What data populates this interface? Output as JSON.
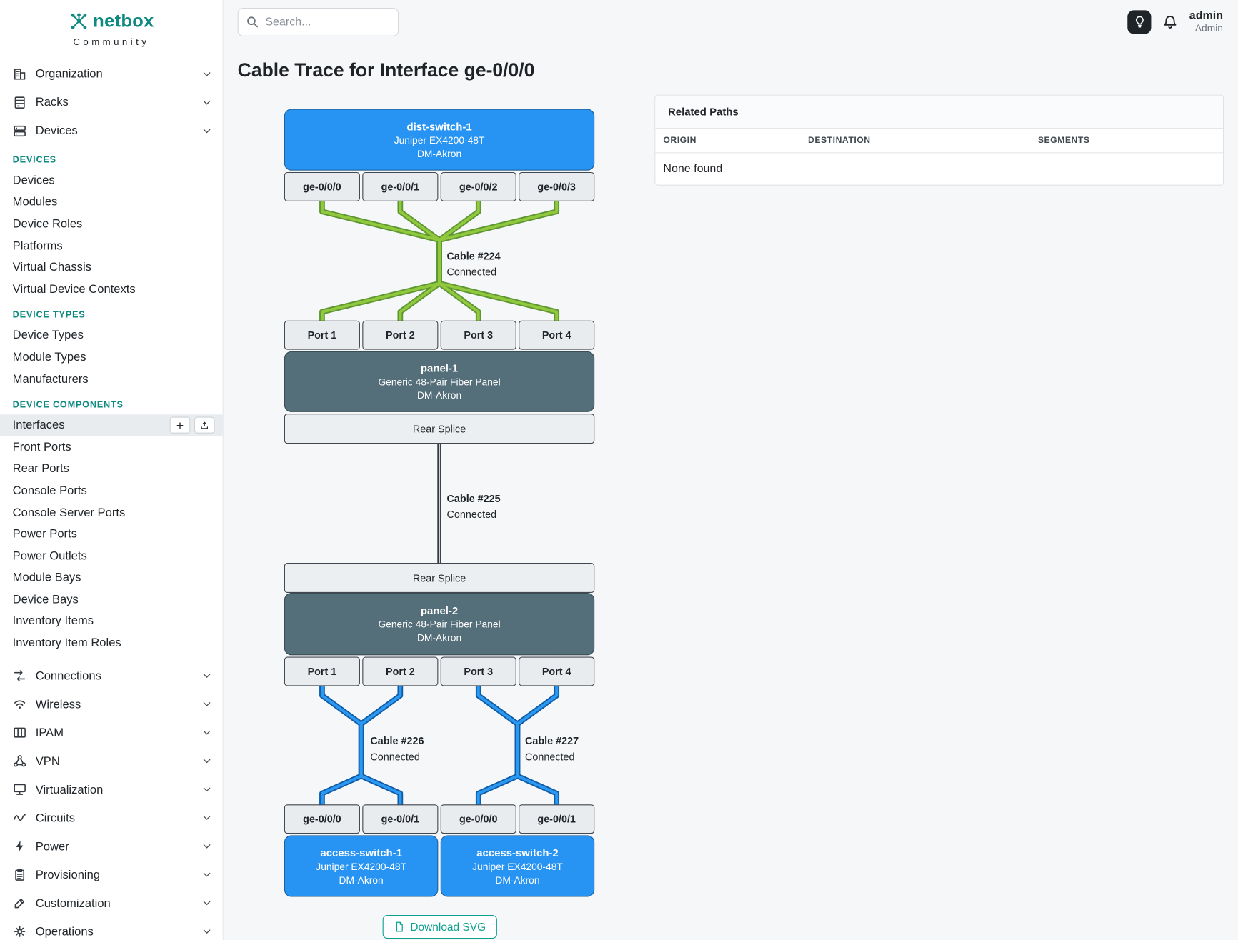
{
  "brand": {
    "name": "netbox",
    "subtitle": "Community"
  },
  "topbar": {
    "search_placeholder": "Search...",
    "username": "admin",
    "role": "Admin"
  },
  "sidebar": {
    "groups_top": [
      {
        "label": "Organization",
        "icon": "building-icon"
      },
      {
        "label": "Racks",
        "icon": "rack-icon"
      },
      {
        "label": "Devices",
        "icon": "devices-icon"
      }
    ],
    "sections": [
      {
        "title": "DEVICES",
        "items": [
          {
            "label": "Devices"
          },
          {
            "label": "Modules"
          },
          {
            "label": "Device Roles"
          },
          {
            "label": "Platforms"
          },
          {
            "label": "Virtual Chassis"
          },
          {
            "label": "Virtual Device Contexts"
          }
        ]
      },
      {
        "title": "DEVICE TYPES",
        "items": [
          {
            "label": "Device Types"
          },
          {
            "label": "Module Types"
          },
          {
            "label": "Manufacturers"
          }
        ]
      },
      {
        "title": "DEVICE COMPONENTS",
        "items": [
          {
            "label": "Interfaces",
            "active": true
          },
          {
            "label": "Front Ports"
          },
          {
            "label": "Rear Ports"
          },
          {
            "label": "Console Ports"
          },
          {
            "label": "Console Server Ports"
          },
          {
            "label": "Power Ports"
          },
          {
            "label": "Power Outlets"
          },
          {
            "label": "Module Bays"
          },
          {
            "label": "Device Bays"
          },
          {
            "label": "Inventory Items"
          },
          {
            "label": "Inventory Item Roles"
          }
        ]
      }
    ],
    "groups_bottom": [
      {
        "label": "Connections",
        "icon": "connections-icon"
      },
      {
        "label": "Wireless",
        "icon": "wifi-icon"
      },
      {
        "label": "IPAM",
        "icon": "ipam-icon"
      },
      {
        "label": "VPN",
        "icon": "vpn-icon"
      },
      {
        "label": "Virtualization",
        "icon": "virtualization-icon"
      },
      {
        "label": "Circuits",
        "icon": "circuits-icon"
      },
      {
        "label": "Power",
        "icon": "power-icon"
      },
      {
        "label": "Provisioning",
        "icon": "provisioning-icon"
      },
      {
        "label": "Customization",
        "icon": "customization-icon"
      },
      {
        "label": "Operations",
        "icon": "operations-icon"
      }
    ]
  },
  "page": {
    "title": "Cable Trace for Interface ge-0/0/0"
  },
  "trace": {
    "nodes": {
      "dist_switch": {
        "name": "dist-switch-1",
        "model": "Juniper EX4200-48T",
        "site": "DM-Akron"
      },
      "panel1": {
        "name": "panel-1",
        "model": "Generic 48-Pair Fiber Panel",
        "site": "DM-Akron"
      },
      "panel2": {
        "name": "panel-2",
        "model": "Generic 48-Pair Fiber Panel",
        "site": "DM-Akron"
      },
      "access_switch1": {
        "name": "access-switch-1",
        "model": "Juniper EX4200-48T",
        "site": "DM-Akron"
      },
      "access_switch2": {
        "name": "access-switch-2",
        "model": "Juniper EX4200-48T",
        "site": "DM-Akron"
      }
    },
    "dist_interfaces": [
      "ge-0/0/0",
      "ge-0/0/1",
      "ge-0/0/2",
      "ge-0/0/3"
    ],
    "panel1_ports": [
      "Port 1",
      "Port 2",
      "Port 3",
      "Port 4"
    ],
    "panel1_rear": "Rear Splice",
    "panel2_rear": "Rear Splice",
    "panel2_ports": [
      "Port 1",
      "Port 2",
      "Port 3",
      "Port 4"
    ],
    "access_interfaces": [
      "ge-0/0/0",
      "ge-0/0/1",
      "ge-0/0/0",
      "ge-0/0/1"
    ],
    "cables": [
      {
        "label": "Cable #224",
        "status": "Connected",
        "color": "#92c83e"
      },
      {
        "label": "Cable #225",
        "status": "Connected",
        "color": "#cdd3d8"
      },
      {
        "label": "Cable #226",
        "status": "Connected",
        "color": "#2b99f2"
      },
      {
        "label": "Cable #227",
        "status": "Connected",
        "color": "#2b99f2"
      }
    ],
    "download_label": "Download SVG"
  },
  "related_paths": {
    "title": "Related Paths",
    "columns": [
      "ORIGIN",
      "DESTINATION",
      "SEGMENTS"
    ],
    "empty_text": "None found"
  },
  "colors": {
    "accent_teal": "#0e8a80",
    "device_blue": "#2794f3",
    "panel_slate": "#546e7a",
    "cable_green": "#92c83e",
    "cable_blue": "#2b99f2"
  }
}
